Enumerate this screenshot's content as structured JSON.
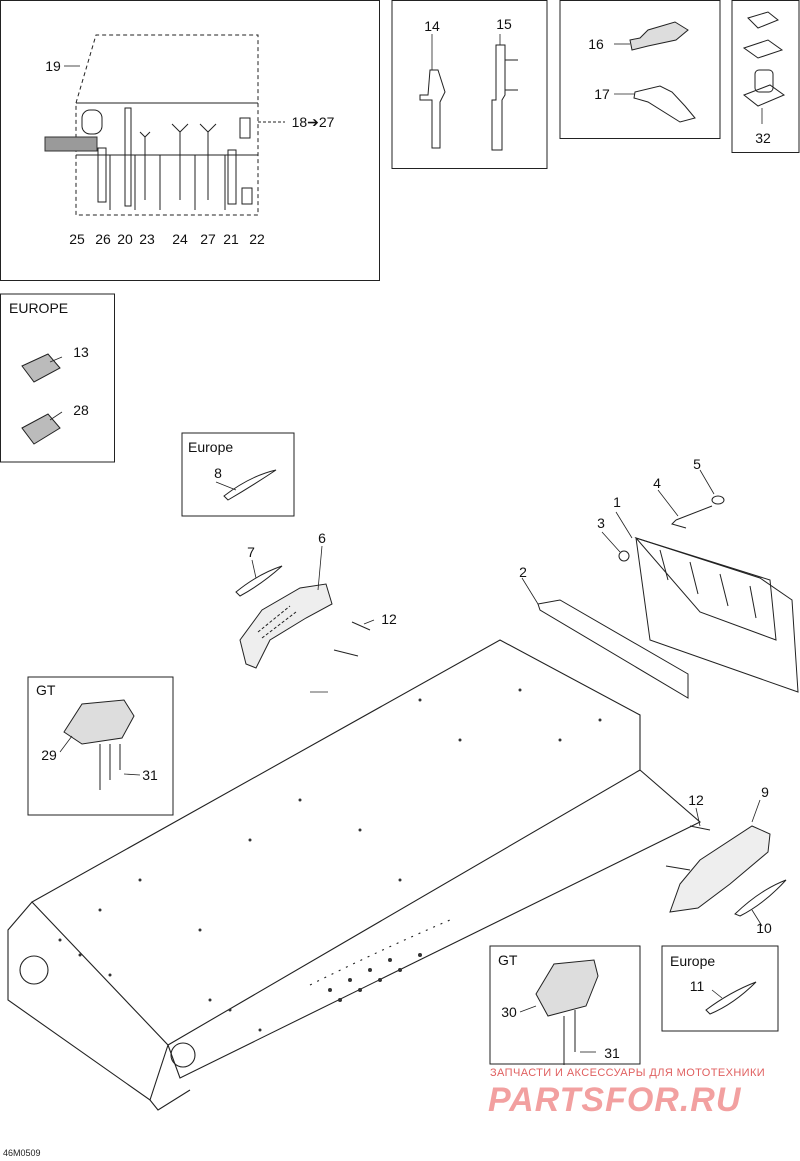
{
  "callouts": {
    "c1": "1",
    "c2": "2",
    "c3": "3",
    "c4": "4",
    "c5": "5",
    "c6": "6",
    "c7": "7",
    "c8": "8",
    "c9": "9",
    "c10": "10",
    "c11": "11",
    "c12a": "12",
    "c12b": "12",
    "c13": "13",
    "c14": "14",
    "c15": "15",
    "c16": "16",
    "c17": "17",
    "c18": "18➔27",
    "c19": "19",
    "c20": "20",
    "c21": "21",
    "c22": "22",
    "c23": "23",
    "c24": "24",
    "c25": "25",
    "c26": "26",
    "c27": "27",
    "c28": "28",
    "c29": "29",
    "c30": "30",
    "c31a": "31",
    "c31b": "31",
    "c32": "32"
  },
  "boxes": {
    "europe_reflectors": "EUROPE",
    "europe_top": "Europe",
    "europe_bottom": "Europe",
    "gt_left": "GT",
    "gt_bottom": "GT"
  },
  "diagram_code": "46M0509",
  "watermark": {
    "caption": "ЗАПЧАСТИ И АКСЕССУАРЫ ДЛЯ МОТОТЕХНИКИ",
    "brand": "PARTSFOR.RU"
  }
}
